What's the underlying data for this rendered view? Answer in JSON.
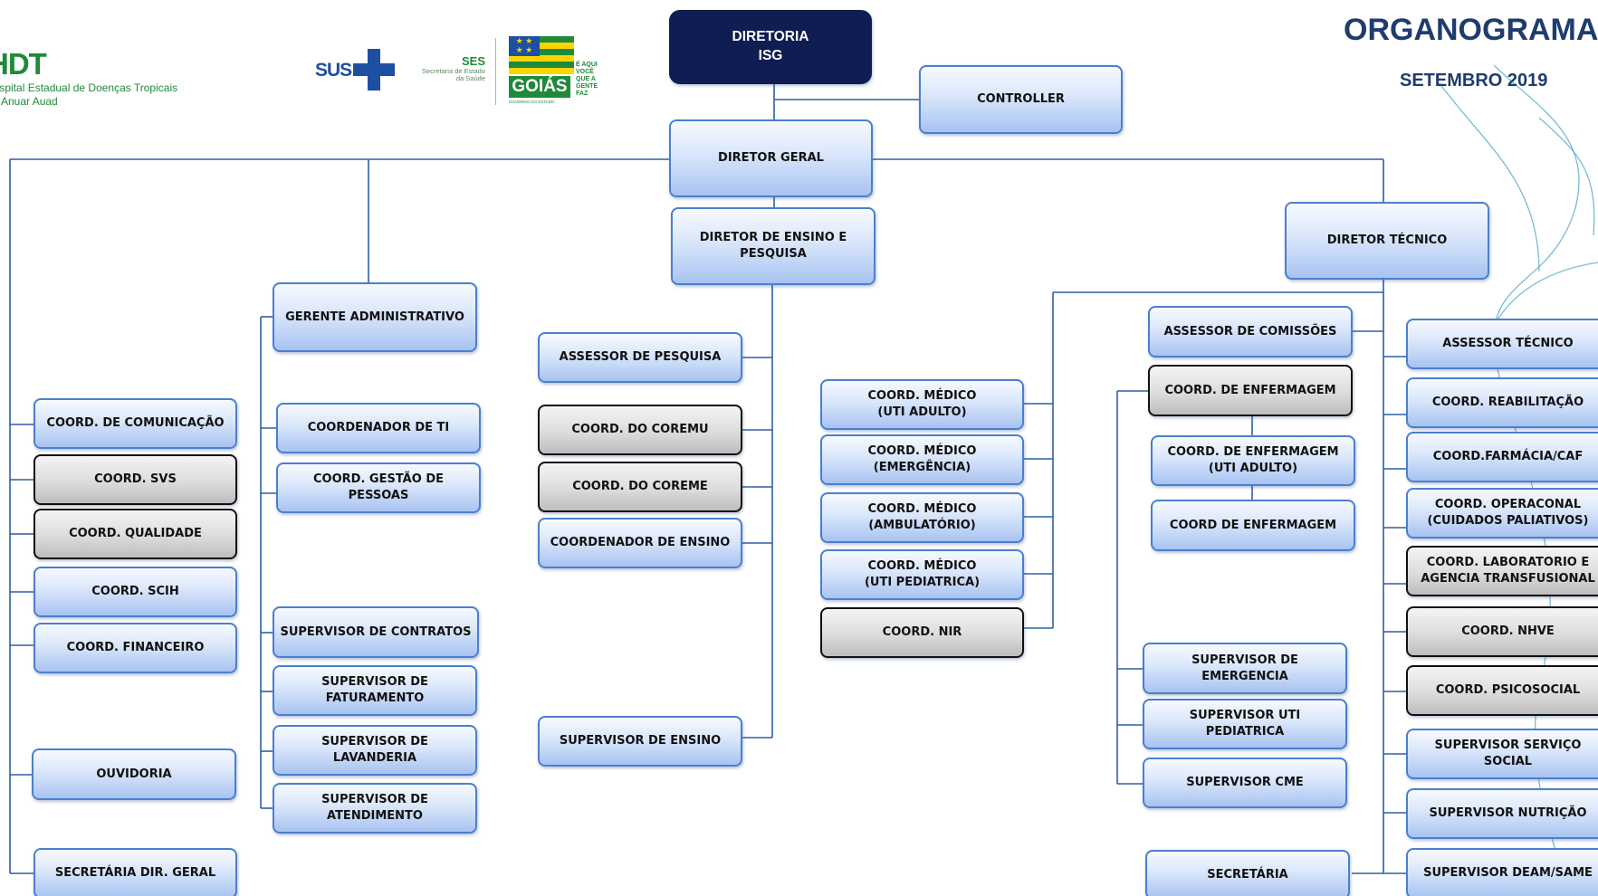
{
  "header": {
    "title": "ORGANOGRAMA",
    "subtitle": "SETEMBRO 2019"
  },
  "logos": {
    "hdt_abbr": "HDT",
    "hdt_line1": "Hospital Estadual de Doenças Tropicais",
    "hdt_line2": "Dr. Anuar Auad",
    "sus": "SUS",
    "ses": "SES",
    "ses_sub": "Secretaria de Estado\nda Saúde",
    "goias": "GOIÁS",
    "goias_slogan": "É AQUI\nVOCÊ\nQUE A\nGENTE\nFAZ",
    "goias_gov": "GOVERNO DO ESTADO"
  },
  "colors": {
    "line": "#2e5fa5",
    "box_border": "#4a7fd0",
    "gray_border": "#111111",
    "top_box": "#0f1d52",
    "title": "#1f3c6e"
  },
  "nodes": {
    "diretoria_isg": "DIRETORIA\nISG",
    "controller": "CONTROLLER",
    "diretor_geral": "DIRETOR GERAL",
    "diretor_ensino": "DIRETOR DE ENSINO E\nPESQUISA",
    "diretor_tecnico": "DIRETOR TÉCNICO",
    "coord_comunicacao": "COORD. DE COMUNICAÇÃO",
    "coord_svs": "COORD.  SVS",
    "coord_qualidade": "COORD.  QUALIDADE",
    "coord_scih": "COORD. SCIH",
    "coord_financeiro": "COORD. FINANCEIRO",
    "ouvidoria": "OUVIDORIA",
    "secretaria_dir_geral": "SECRETÁRIA DIR. GERAL",
    "gerente_administrativo": "GERENTE ADMINISTRATIVO",
    "coordenador_ti": "COORDENADOR DE TI",
    "coord_gestao_pessoas": "COORD.  GESTÃO DE\nPESSOAS",
    "supervisor_contratos": "SUPERVISOR DE CONTRATOS",
    "supervisor_faturamento": "SUPERVISOR DE\nFATURAMENTO",
    "supervisor_lavanderia": "SUPERVISOR DE\nLAVANDERIA",
    "supervisor_atendimento": "SUPERVISOR DE\nATENDIMENTO",
    "assessor_pesquisa": "ASSESSOR DE PESQUISA",
    "coord_coremu": "COORD. DO COREMU",
    "coord_coreme": "COORD. DO COREME",
    "coordenador_ensino": "COORDENADOR DE ENSINO",
    "supervisor_ensino": "SUPERVISOR DE ENSINO",
    "coord_medico_uti_adulto": "COORD. MÉDICO\n(UTI ADULTO)",
    "coord_medico_emergencia": "COORD. MÉDICO\n(EMERGÊNCIA)",
    "coord_medico_ambulatorio": "COORD. MÉDICO\n(AMBULATÓRIO)",
    "coord_medico_uti_pediatrica": "COORD. MÉDICO\n(UTI PEDIATRICA)",
    "coord_nir": "COORD.  NIR",
    "assessor_comissoes": "ASSESSOR DE COMISSÕES",
    "coord_enfermagem": "COORD. DE ENFERMAGEM",
    "coord_enfermagem_uti_adulto": "COORD. DE ENFERMAGEM\n(UTI ADULTO)",
    "coord_de_enfermagem": "COORD DE ENFERMAGEM",
    "supervisor_emergencia": "SUPERVISOR  DE\nEMERGENCIA",
    "supervisor_uti_pediatrica": "SUPERVISOR UTI PEDIATRICA",
    "supervisor_cme": "SUPERVISOR CME",
    "secretaria": "SECRETÁRIA",
    "assessor_tecnico": "ASSESSOR TÉCNICO",
    "coord_reabilitacao": "COORD. REABILITAÇÃO",
    "coord_farmacia": "COORD.FARMÁCIA/CAF",
    "coord_operacional": "COORD. OPERACONAL\n(CUIDADOS PALIATIVOS)",
    "coord_laboratorio": "COORD. LABORATORIO E\nAGENCIA TRANSFUSIONAL",
    "coord_nhve": "COORD.  NHVE",
    "coord_psicosocial": "COORD. PSICOSOCIAL",
    "supervisor_servico_social": "SUPERVISOR SERVIÇO\nSOCIAL",
    "supervisor_nutricao": "SUPERVISOR NUTRIÇÃO",
    "supervisor_deam_same": "SUPERVISOR DEAM/SAME"
  }
}
